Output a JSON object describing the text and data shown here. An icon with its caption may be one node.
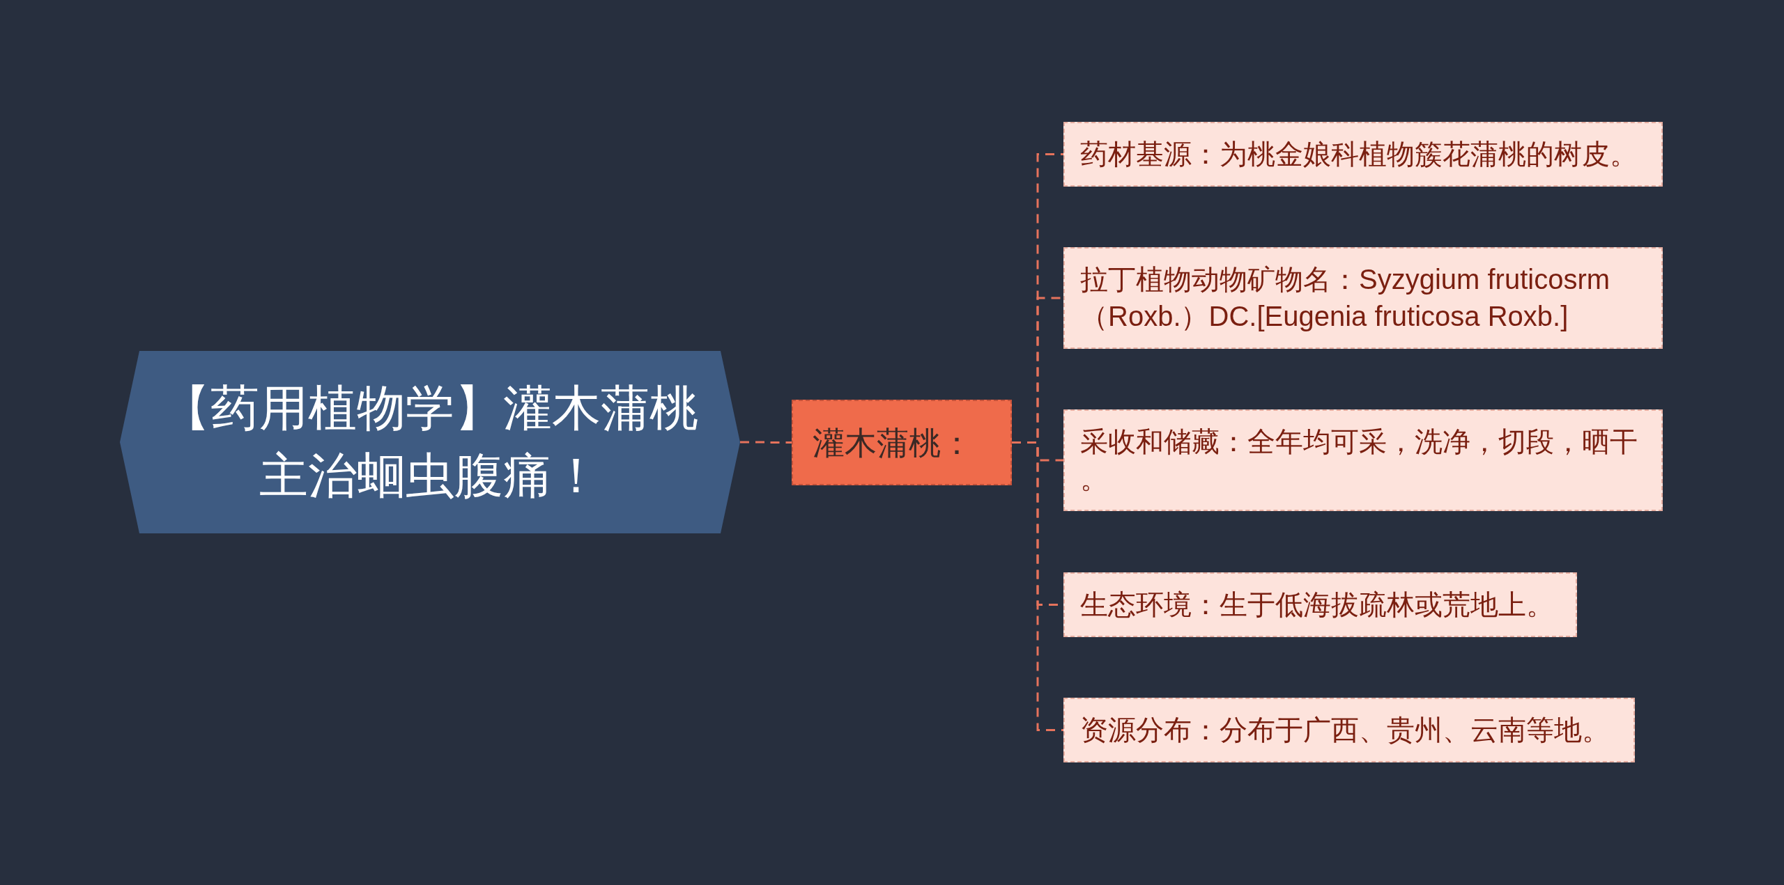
{
  "diagram": {
    "nodes": [
      {
        "text": [
          "【药用植物学】灌木蒲桃主治蛔虫腹痛！"
        ]
      },
      {
        "text": [
          "灌木蒲桃："
        ]
      },
      {
        "text": [
          "药材基源：为桃金娘科植物簇花蒲桃的树皮。"
        ]
      },
      {
        "text": [
          "拉丁植物动物矿物名：Syzygium fruticosrm（Roxb.）DC.[Eugenia fruticosa Roxb.]"
        ]
      },
      {
        "text": [
          "采收和储藏：全年均可采，洗净，切段，晒干。"
        ]
      },
      {
        "text": [
          "生态环境：生于低海拔疏林或荒地上。"
        ]
      },
      {
        "text": [
          "资源分布：分布于广西、贵州、云南等地。"
        ]
      }
    ],
    "edges": [
      {
        "from": 0,
        "to": 1,
        "arrow": "none",
        "style": "dashed"
      },
      {
        "from": 1,
        "to": 2,
        "arrow": "none",
        "style": "dashed"
      },
      {
        "from": 1,
        "to": 3,
        "arrow": "none",
        "style": "dashed"
      },
      {
        "from": 1,
        "to": 4,
        "arrow": "none",
        "style": "dashed"
      },
      {
        "from": 1,
        "to": 5,
        "arrow": "none",
        "style": "dashed"
      },
      {
        "from": 1,
        "to": 6,
        "arrow": "none",
        "style": "dashed"
      }
    ]
  }
}
